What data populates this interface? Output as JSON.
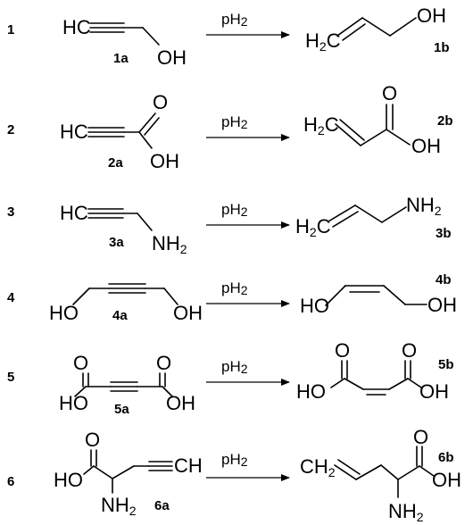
{
  "reagent": "pH",
  "reagent_sub": "2",
  "atoms": {
    "HC": "HC",
    "OH": "OH",
    "HO": "HO",
    "O": "O",
    "H": "H",
    "C": "C",
    "CH": "CH",
    "NH": "NH",
    "sub2": "2"
  },
  "reactions": [
    {
      "number": "1",
      "reactant": "1a",
      "product": "1b"
    },
    {
      "number": "2",
      "reactant": "2a",
      "product": "2b"
    },
    {
      "number": "3",
      "reactant": "3a",
      "product": "3b"
    },
    {
      "number": "4",
      "reactant": "4a",
      "product": "4b"
    },
    {
      "number": "5",
      "reactant": "5a",
      "product": "5b"
    },
    {
      "number": "6",
      "reactant": "6a",
      "product": "6b"
    }
  ]
}
